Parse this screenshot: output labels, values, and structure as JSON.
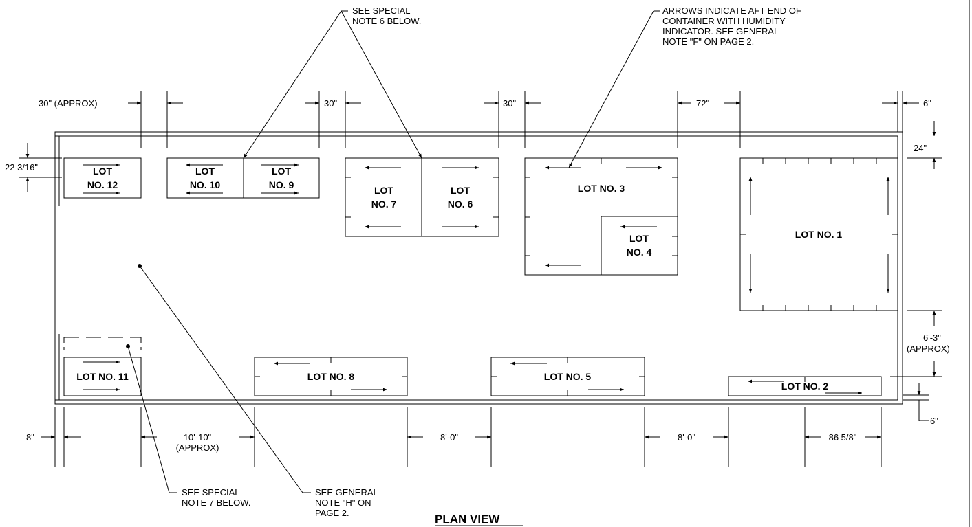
{
  "title": "PLAN VIEW",
  "notes": {
    "special6": [
      "SEE SPECIAL",
      "NOTE 6 BELOW."
    ],
    "arrows": [
      "ARROWS INDICATE AFT END OF",
      "CONTAINER WITH HUMIDITY",
      "INDICATOR.  SEE GENERAL",
      "NOTE \"F\" ON PAGE 2."
    ],
    "special7": [
      "SEE SPECIAL",
      "NOTE 7 BELOW."
    ],
    "generalH": [
      "SEE GENERAL",
      "NOTE \"H\" ON",
      "PAGE 2."
    ]
  },
  "dims": {
    "top_approx": "30\"  (APPROX)",
    "top_30a": "30\"",
    "top_30b": "30\"",
    "top_72": "72\"",
    "top_6": "6\"",
    "right_24": "24\"",
    "right_63": "6'-3\"",
    "right_approx": "(APPROX)",
    "right_6": "6\"",
    "left_22": "22 3/16\"",
    "bot_8": "8\"",
    "bot_1010": "10'-10\"",
    "bot_approx": "(APPROX)",
    "bot_80a": "8'-0\"",
    "bot_80b": "8'-0\"",
    "bot_86": "86 5/8\""
  },
  "lots": {
    "l12": [
      "LOT",
      "NO. 12"
    ],
    "l10": [
      "LOT",
      "NO. 10"
    ],
    "l9": [
      "LOT",
      "NO. 9"
    ],
    "l7": [
      "LOT",
      "NO. 7"
    ],
    "l6": [
      "LOT",
      "NO. 6"
    ],
    "l3": "LOT NO. 3",
    "l4": [
      "LOT",
      "NO. 4"
    ],
    "l1": "LOT NO. 1",
    "l11": "LOT  NO. 11",
    "l8": "LOT NO. 8",
    "l5": "LOT NO. 5",
    "l2": "LOT NO. 2"
  }
}
